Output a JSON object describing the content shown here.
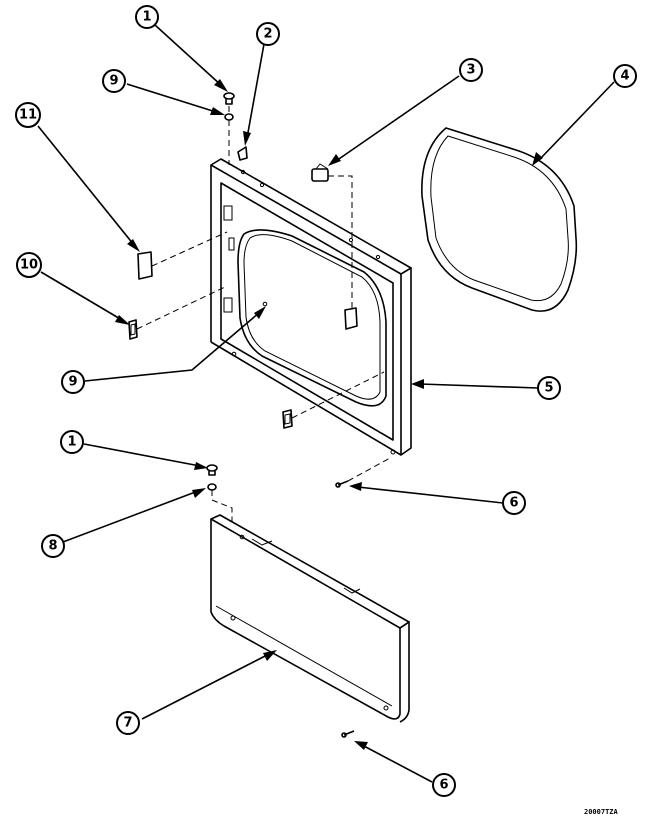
{
  "callouts": [
    {
      "id": "c1-top",
      "label": "1"
    },
    {
      "id": "c2",
      "label": "2"
    },
    {
      "id": "c3",
      "label": "3"
    },
    {
      "id": "c4",
      "label": "4"
    },
    {
      "id": "c9-top",
      "label": "9"
    },
    {
      "id": "c11",
      "label": "11"
    },
    {
      "id": "c10",
      "label": "10"
    },
    {
      "id": "c9-mid",
      "label": "9"
    },
    {
      "id": "c5",
      "label": "5"
    },
    {
      "id": "c1-low",
      "label": "1"
    },
    {
      "id": "c8",
      "label": "8"
    },
    {
      "id": "c6-mid",
      "label": "6"
    },
    {
      "id": "c7",
      "label": "7"
    },
    {
      "id": "c6-bot",
      "label": "6"
    }
  ],
  "drawing_number": "20007TZA"
}
